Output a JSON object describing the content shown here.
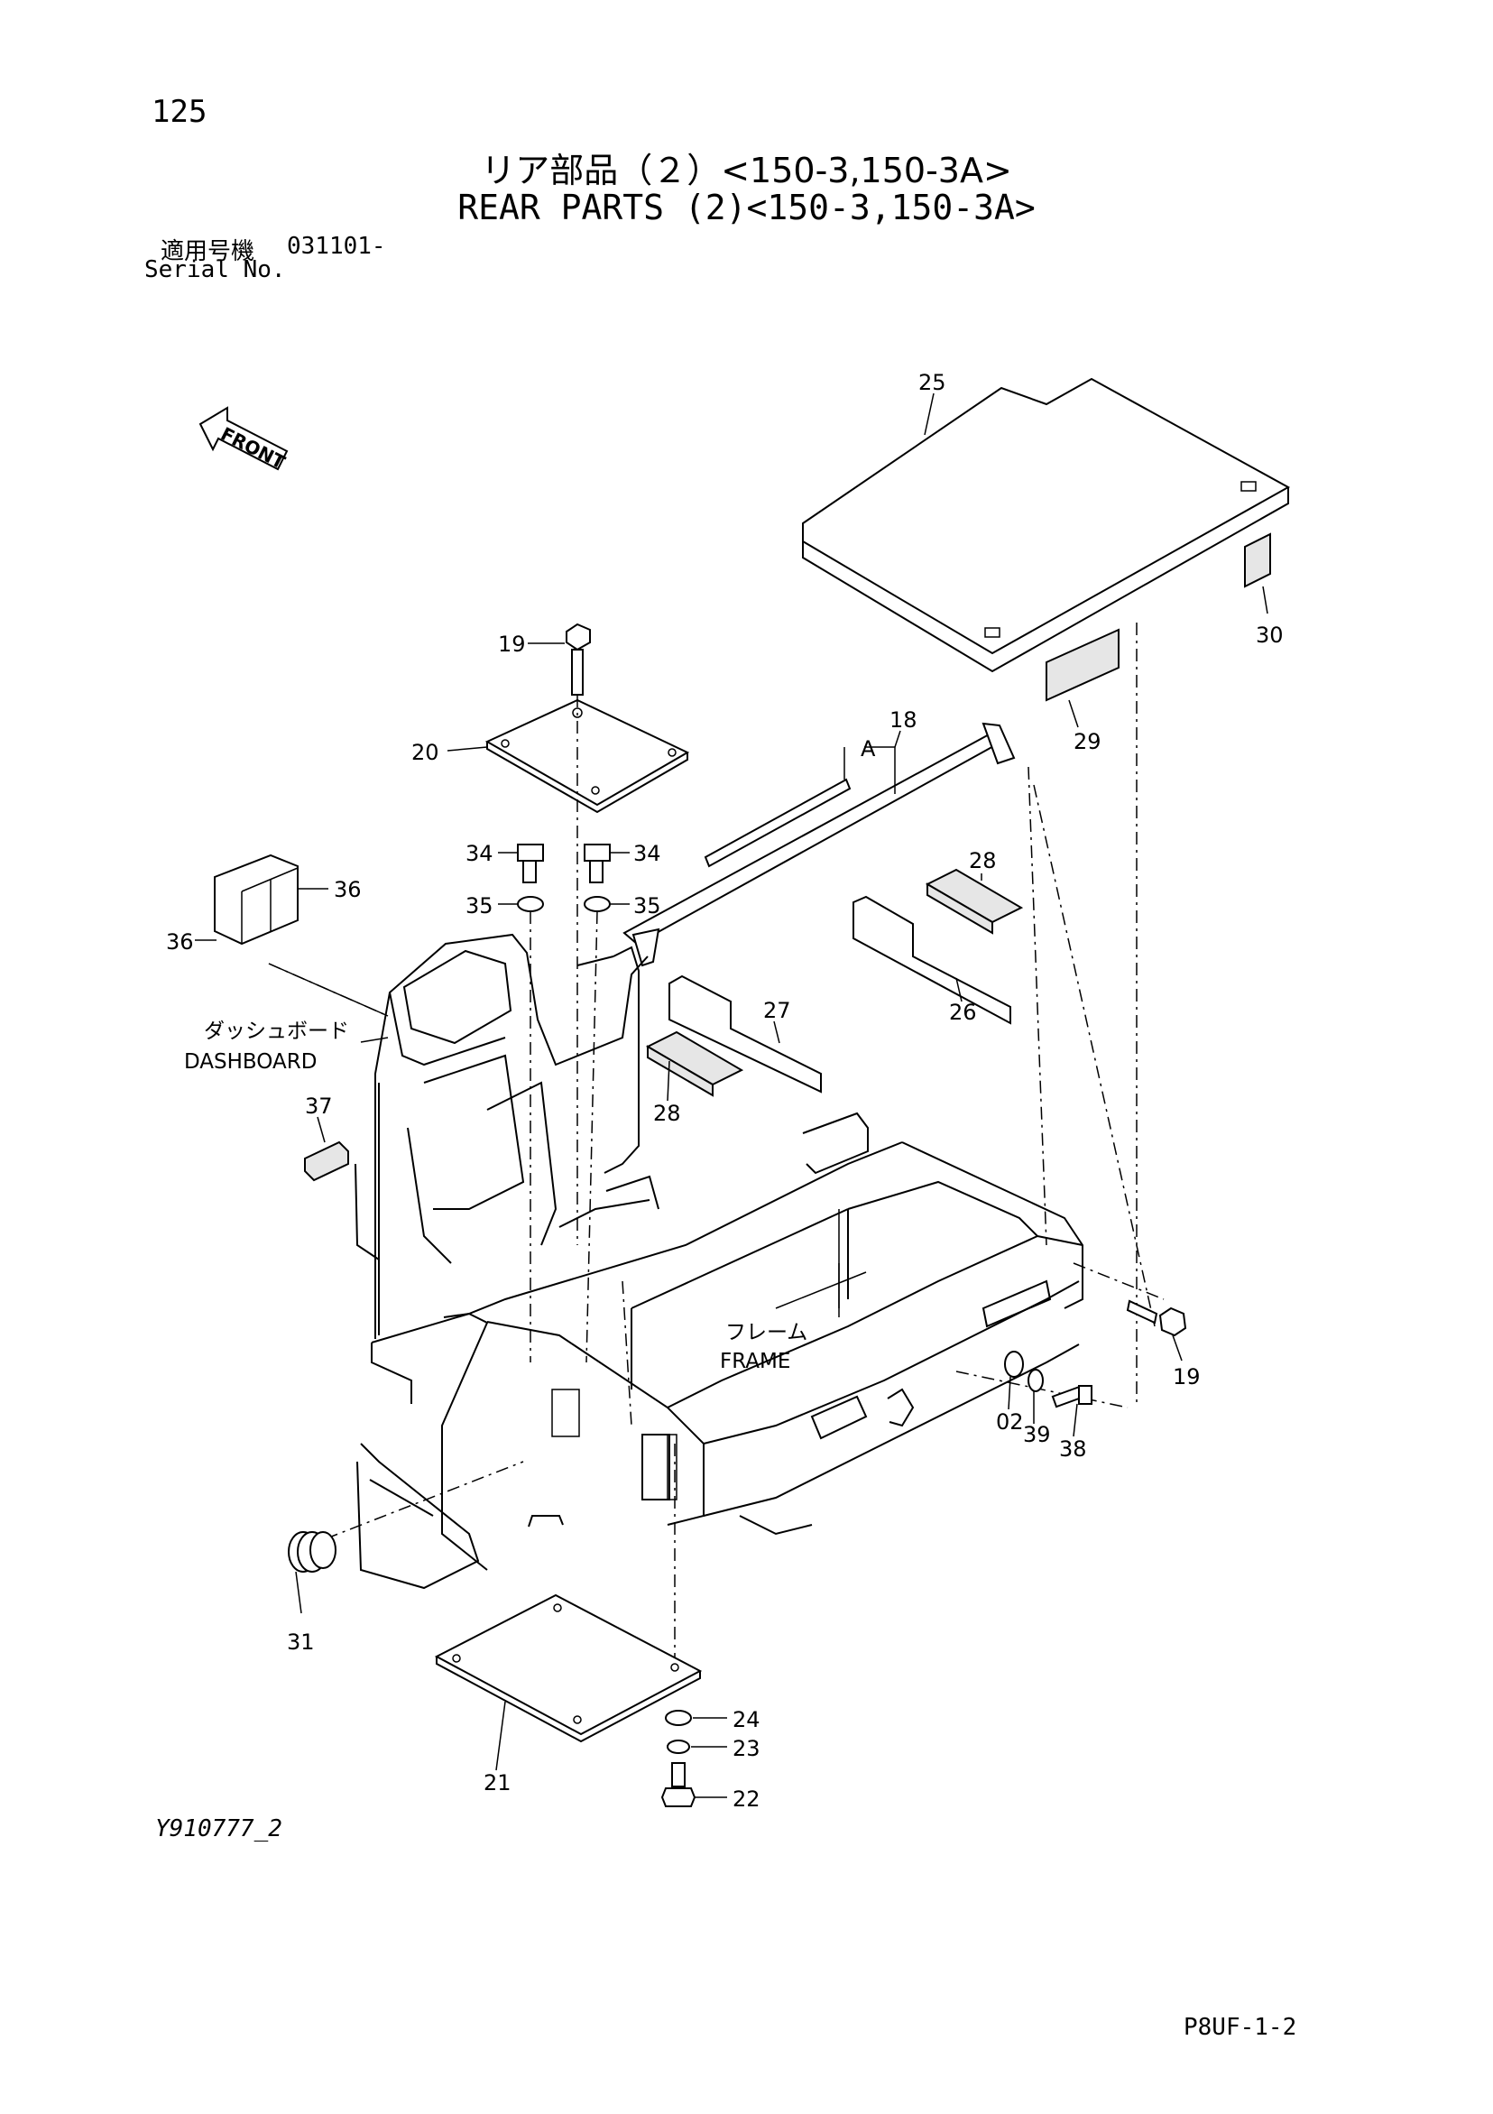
{
  "header": {
    "page_number": "125",
    "title_jp": "リア部品（２）<150-3,150-3A>",
    "title_en": "REAR PARTS (2)<150-3,150-3A>",
    "serial_label_jp": "適用号機",
    "serial_value": "031101-",
    "serial_label_en": "Serial No."
  },
  "diagram": {
    "front_label": "FRONT",
    "dashboard_jp": "ダッシュボード",
    "dashboard_en": "DASHBOARD",
    "frame_jp": "フレーム",
    "frame_en": "FRAME",
    "callouts": {
      "c25": "25",
      "c30": "30",
      "c29": "29",
      "c19a": "19",
      "c20": "20",
      "c18": "18",
      "cA": "A",
      "c34a": "34",
      "c34b": "34",
      "c35a": "35",
      "c35b": "35",
      "c36a": "36",
      "c36b": "36",
      "c28a": "28",
      "c26": "26",
      "c27": "27",
      "c28b": "28",
      "c37": "37",
      "c19b": "19",
      "c02": "02",
      "c39": "39",
      "c38": "38",
      "c31": "31",
      "c24": "24",
      "c23": "23",
      "c22": "22",
      "c21": "21"
    }
  },
  "footer": {
    "drawing_code": "Y910777_2",
    "sheet_code": "P8UF-1-2"
  }
}
